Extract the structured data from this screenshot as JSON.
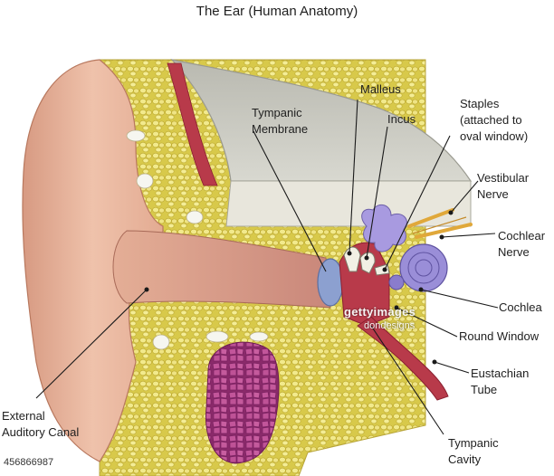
{
  "title": "The Ear (Human Anatomy)",
  "labels": {
    "malleus": "Malleus",
    "tympanic_membrane_1": "Tympanic",
    "tympanic_membrane_2": "Membrane",
    "incus": "Incus",
    "staples_1": "Staples",
    "staples_2": "(attached to",
    "staples_3": "oval window)",
    "vestibular_1": "Vestibular",
    "vestibular_2": "Nerve",
    "cochlear_nerve_1": "Cochlear",
    "cochlear_nerve_2": "Nerve",
    "cochlea": "Cochlea",
    "round_window": "Round Window",
    "eustachian_1": "Eustachian",
    "eustachian_2": "Tube",
    "tympanic_cavity_1": "Tympanic",
    "tympanic_cavity_2": "Cavity",
    "eac_1": "External",
    "eac_2": "Auditory Canal"
  },
  "watermark": {
    "brand": "gettyimages",
    "credit": "dondesigns"
  },
  "image_id": "456866987",
  "colors": {
    "skin": "#e8b49a",
    "bone": "#e8e07a",
    "muscle": "#b83a4a",
    "nerve": "#e0a83a",
    "cochlea": "#9a8ed8"
  }
}
